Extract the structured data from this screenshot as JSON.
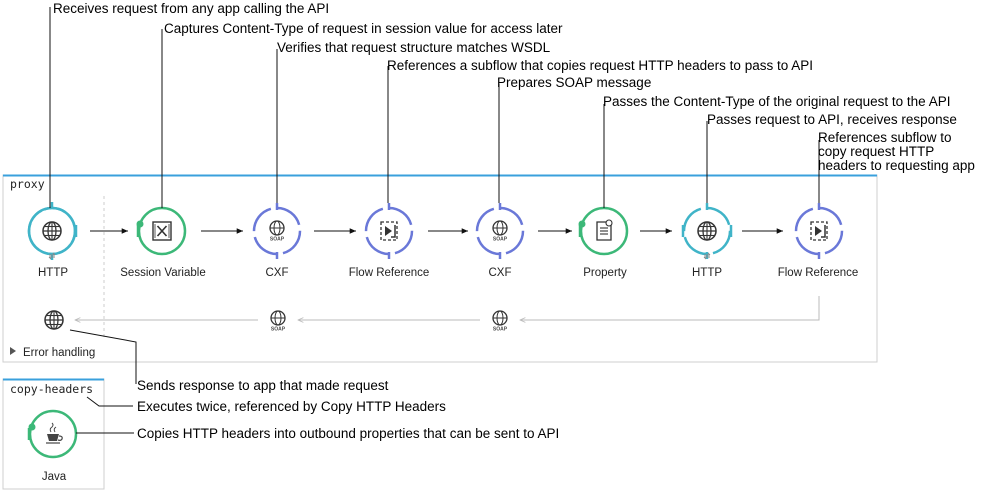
{
  "flows": {
    "proxy": {
      "name": "proxy",
      "nodes": [
        {
          "id": "http-in",
          "label": "HTTP",
          "icon": "globe-icon",
          "ring": "#40b4c8"
        },
        {
          "id": "session-variable",
          "label": "Session Variable",
          "icon": "session-variable-icon",
          "ring": "#3cb878"
        },
        {
          "id": "cxf-1",
          "label": "CXF",
          "icon": "soap-globe-icon",
          "ring": "#6a78d8"
        },
        {
          "id": "flow-reference-1",
          "label": "Flow Reference",
          "icon": "flow-reference-icon",
          "ring": "#6a78d8"
        },
        {
          "id": "cxf-2",
          "label": "CXF",
          "icon": "soap-globe-icon",
          "ring": "#6a78d8"
        },
        {
          "id": "property",
          "label": "Property",
          "icon": "property-icon",
          "ring": "#3cb878"
        },
        {
          "id": "http-out",
          "label": "HTTP",
          "icon": "globe-icon",
          "ring": "#40b4c8"
        },
        {
          "id": "flow-reference-2",
          "label": "Flow Reference",
          "icon": "flow-reference-icon",
          "ring": "#6a78d8"
        }
      ],
      "error_handling_label": "Error handling"
    },
    "copy_headers": {
      "name": "copy-headers",
      "node": {
        "label": "Java",
        "icon": "java-cup-icon",
        "ring": "#3cb878"
      }
    }
  },
  "icons": {
    "soap_text": "SOAP"
  },
  "annotations": {
    "top": [
      "Receives request from any app calling the API",
      "Captures Content-Type of request in session value for access later",
      "Verifies that request structure matches WSDL",
      "References a subflow that copies request HTTP headers to pass to API",
      "Prepares SOAP message",
      "Passes the Content-Type of the original request to the API",
      "Passes request to API, receives response",
      "References subflow to",
      "copy request HTTP",
      "headers to requesting app"
    ],
    "bottom": [
      "Sends response to app that made request",
      "Executes twice, referenced by Copy HTTP Headers",
      "Copies HTTP headers into outbound properties that can be sent to API"
    ]
  },
  "colors": {
    "flow_border": "#3aa0dc",
    "ring_teal": "#40b4c8",
    "ring_green": "#3cb878",
    "ring_blue": "#6a78d8"
  }
}
